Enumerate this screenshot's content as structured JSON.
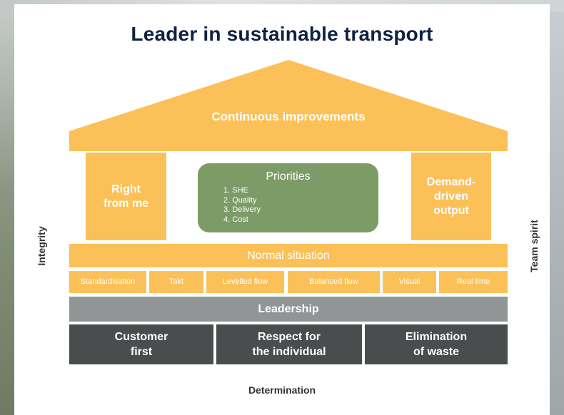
{
  "title": "Leader in sustainable transport",
  "roof": {
    "label": "Continuous improvements"
  },
  "pillars": {
    "left": {
      "line1": "Right",
      "line2": "from me"
    },
    "right": {
      "line1": "Demand-",
      "line2": "driven",
      "line3": "output"
    }
  },
  "priorities": {
    "title": "Priorities",
    "items": [
      "1.  SHE",
      "2.  Quality",
      "3.  Delivery",
      "4.  Cost"
    ]
  },
  "normal_situation": "Normal situation",
  "tools": [
    "Standardisation",
    "Takt",
    "Levelled flow",
    "Balanced flow",
    "Visual",
    "Real time"
  ],
  "leadership": "Leadership",
  "foundation": [
    {
      "line1": "Customer",
      "line2": "first"
    },
    {
      "line1": "Respect for",
      "line2": "the individual"
    },
    {
      "line1": "Elimination",
      "line2": "of waste"
    }
  ],
  "side_labels": {
    "left": "Integrity",
    "right": "Team spirit"
  },
  "bottom_label": "Determination",
  "colors": {
    "navy": "#0f2142",
    "yellow": "#fbc158",
    "green": "#7c9b67",
    "gray": "#929596",
    "dark_gray": "#494d4e"
  }
}
